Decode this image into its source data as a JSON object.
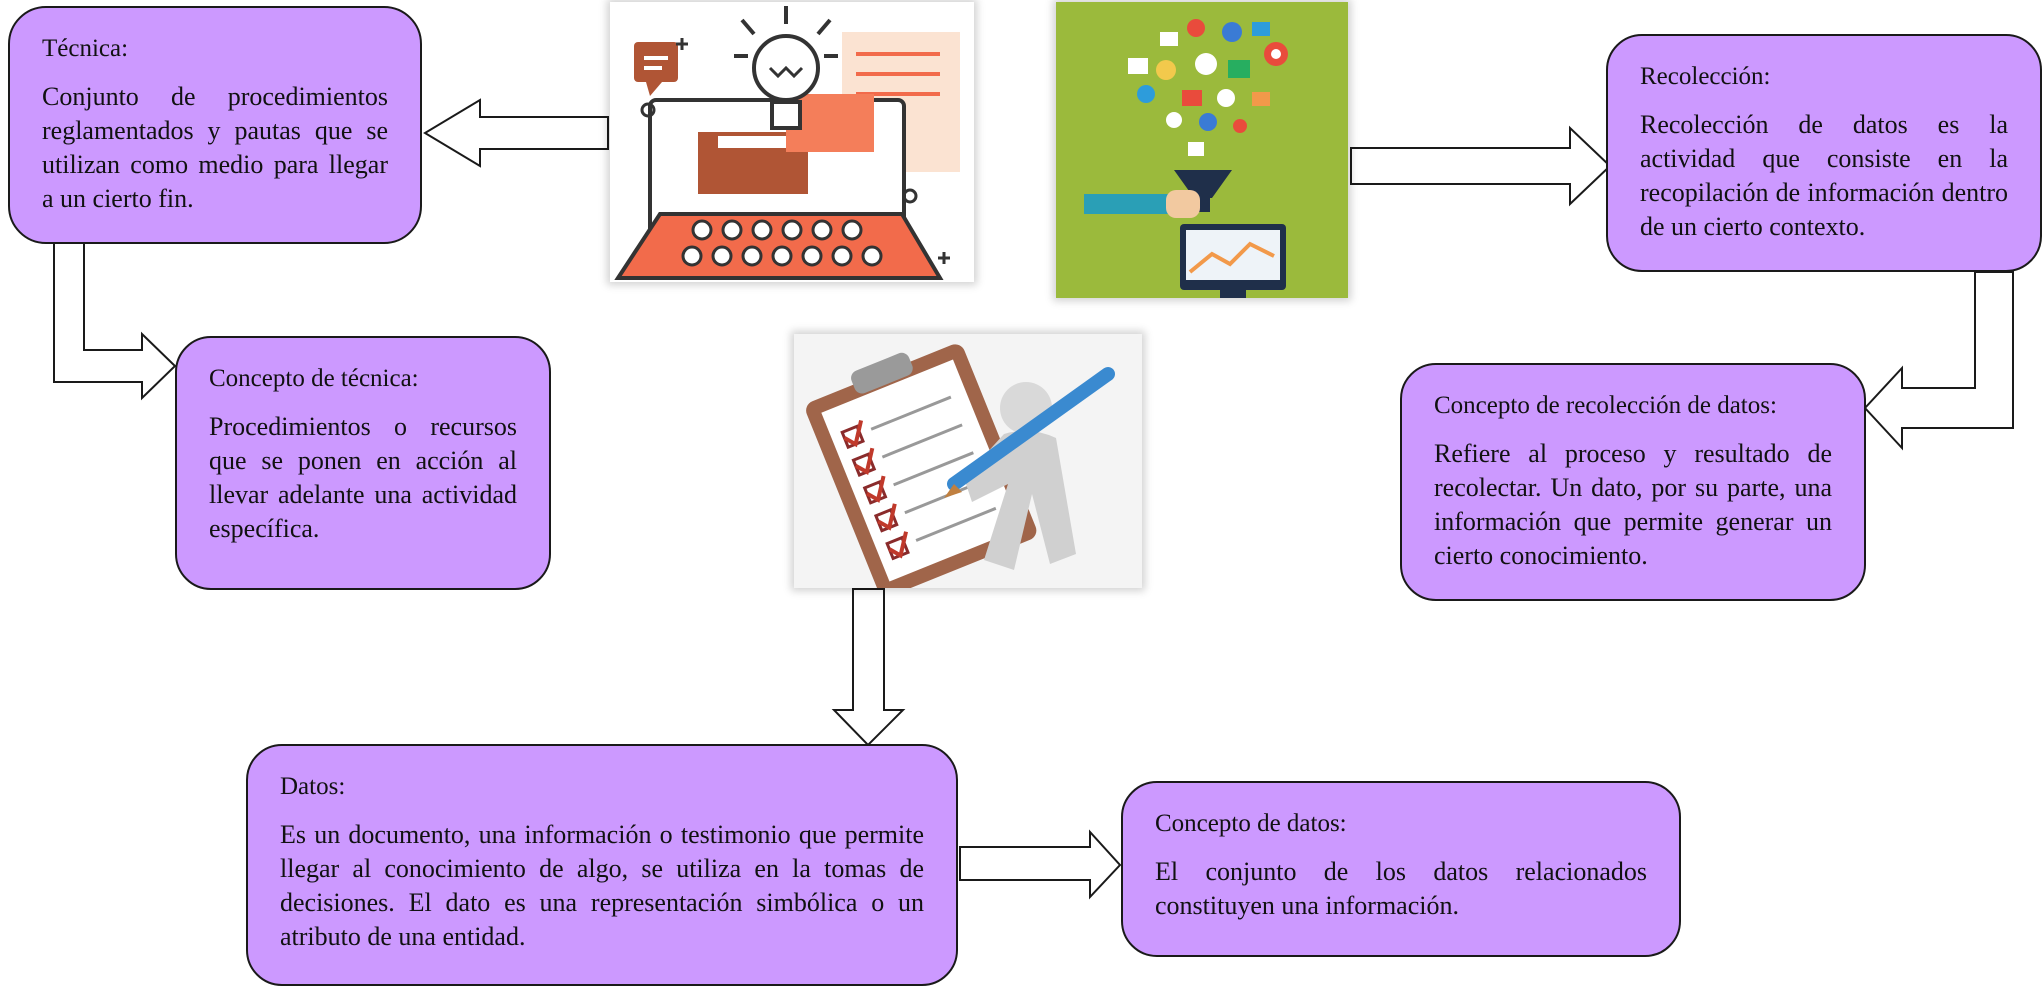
{
  "nodes": {
    "tecnica": {
      "title": "Técnica:",
      "body": "Conjunto de procedimientos reglamentados y pautas que se utilizan como medio para llegar a un cierto fin."
    },
    "concepto_tecnica": {
      "title": "Concepto de técnica:",
      "body": "Procedimientos o recursos que se ponen en acción al llevar adelante una actividad específica."
    },
    "recoleccion": {
      "title": "Recolección:",
      "body": "Recolección de datos es la actividad que consiste en la recopilación de información dentro de un cierto contexto."
    },
    "concepto_recoleccion": {
      "title": "Concepto de recolección de datos:",
      "body": "Refiere al proceso y resultado de recolectar. Un dato, por su parte, una información que permite generar un cierto conocimiento."
    },
    "datos": {
      "title": "Datos:",
      "body": "Es un documento, una información o testimonio que permite llegar al conocimiento de algo, se utiliza en la tomas de decisiones. El dato es una representación simbólica o un atributo de una entidad."
    },
    "concepto_datos": {
      "title": "Concepto de datos:",
      "body": "El conjunto de los datos relacionados constituyen una información."
    }
  },
  "images": [
    {
      "name": "laptop-idea-illustration"
    },
    {
      "name": "data-funnel-illustration"
    },
    {
      "name": "checklist-clipboard-illustration"
    }
  ],
  "colors": {
    "box_fill": "#cc99ff",
    "box_border": "#1a1a1a",
    "arrow_stroke": "#1a1a1a",
    "funnel_background": "#9bba3c",
    "laptop_accent": "#f26b4b"
  }
}
